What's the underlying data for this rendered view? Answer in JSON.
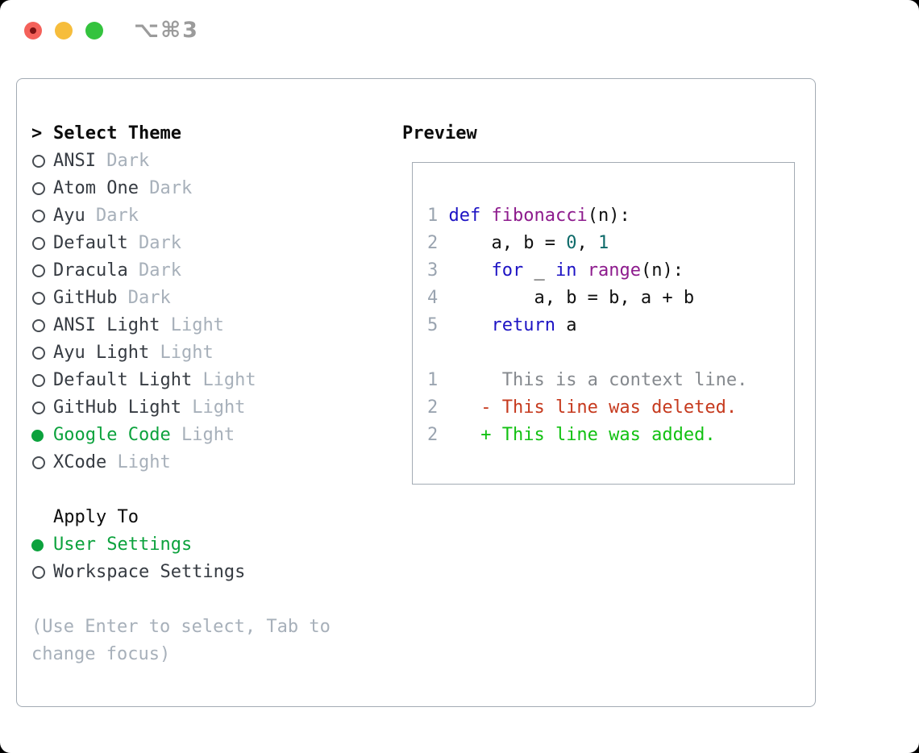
{
  "window": {
    "title_shortcut": "⌥⌘3",
    "traffic_lights": [
      "close",
      "minimize",
      "zoom"
    ]
  },
  "colors": {
    "selection_green": "#0ca23d",
    "added_green": "#12c112",
    "deleted_red": "#c63a1e",
    "keyword_blue": "#1d13c4",
    "function_purple": "#8d1b8d",
    "literal_teal": "#0d6a69",
    "muted_gray": "#a7b0ba",
    "border_gray": "#a3abb4",
    "traffic_red": "#f4615a",
    "traffic_yellow": "#f6bd3c",
    "traffic_green": "#34c33e"
  },
  "theme_panel": {
    "header_prompt": ">",
    "header": "Select Theme",
    "themes": [
      {
        "name": "ANSI",
        "variant": "Dark",
        "selected": false
      },
      {
        "name": "Atom One",
        "variant": "Dark",
        "selected": false
      },
      {
        "name": "Ayu",
        "variant": "Dark",
        "selected": false
      },
      {
        "name": "Default",
        "variant": "Dark",
        "selected": false
      },
      {
        "name": "Dracula",
        "variant": "Dark",
        "selected": false
      },
      {
        "name": "GitHub",
        "variant": "Dark",
        "selected": false
      },
      {
        "name": "ANSI Light",
        "variant": "Light",
        "selected": false
      },
      {
        "name": "Ayu Light",
        "variant": "Light",
        "selected": false
      },
      {
        "name": "Default Light",
        "variant": "Light",
        "selected": false
      },
      {
        "name": "GitHub Light",
        "variant": "Light",
        "selected": false
      },
      {
        "name": "Google Code",
        "variant": "Light",
        "selected": true
      },
      {
        "name": "XCode",
        "variant": "Light",
        "selected": false
      }
    ],
    "apply_to": {
      "header": "Apply To",
      "options": [
        {
          "label": "User Settings",
          "selected": true
        },
        {
          "label": "Workspace Settings",
          "selected": false
        }
      ]
    },
    "help_lines": [
      "(Use Enter to select, Tab to",
      "change focus)"
    ]
  },
  "preview": {
    "header": "Preview",
    "lines": [
      [
        [
          "1",
          "num"
        ],
        [
          " ",
          "pl"
        ],
        [
          "def",
          "kw"
        ],
        [
          " ",
          "pl"
        ],
        [
          "fibonacci",
          "fn"
        ],
        [
          "(n):",
          "pl"
        ]
      ],
      [
        [
          "2",
          "num"
        ],
        [
          "     a, b = ",
          "pl"
        ],
        [
          "0",
          "lit"
        ],
        [
          ", ",
          "pl"
        ],
        [
          "1",
          "lit"
        ]
      ],
      [
        [
          "3",
          "num"
        ],
        [
          "     ",
          "pl"
        ],
        [
          "for",
          "kw"
        ],
        [
          " _ ",
          "pl"
        ],
        [
          "in",
          "kw"
        ],
        [
          " ",
          "pl"
        ],
        [
          "range",
          "fn"
        ],
        [
          "(n):",
          "pl"
        ]
      ],
      [
        [
          "4",
          "num"
        ],
        [
          "         a, b = b, a + b",
          "pl"
        ]
      ],
      [
        [
          "5",
          "num"
        ],
        [
          "     ",
          "pl"
        ],
        [
          "return",
          "kw"
        ],
        [
          " a",
          "pl"
        ]
      ],
      [],
      [
        [
          "1",
          "num"
        ],
        [
          "      This is a context line.",
          "ctx"
        ]
      ],
      [
        [
          "2",
          "num"
        ],
        [
          "    - This line was deleted.",
          "del"
        ]
      ],
      [
        [
          "2",
          "num"
        ],
        [
          "    + This line was added.",
          "add"
        ]
      ]
    ]
  }
}
